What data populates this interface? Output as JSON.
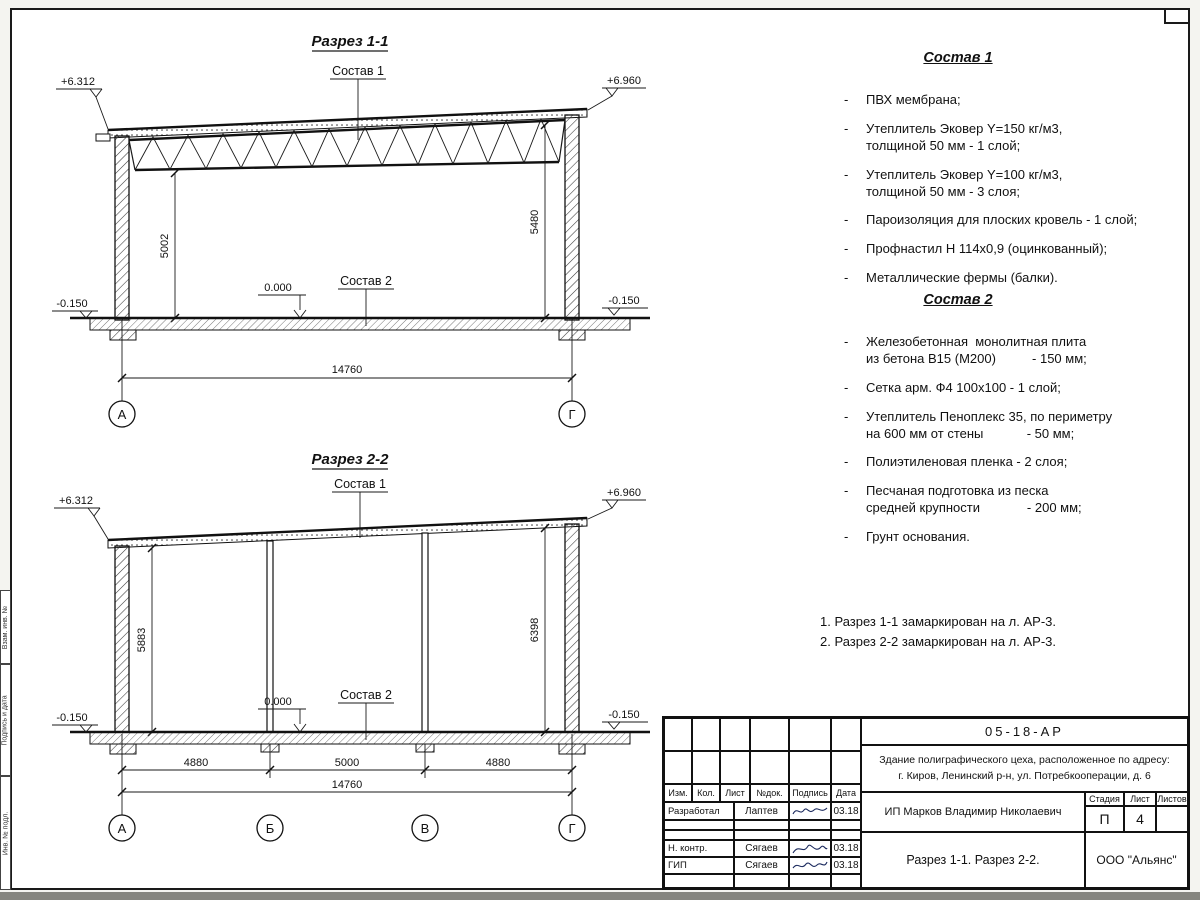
{
  "ui": {
    "bullet": "-"
  },
  "margin_labels": [
    "Взам. инв. №",
    "Подпись и дата",
    "Инв. № подл."
  ],
  "section1": {
    "title": "Разрез 1-1",
    "composition1_label": "Состав 1",
    "composition2_label": "Состав 2",
    "elevation_top_left": "+6.312",
    "elevation_top_right": "+6.960",
    "elevation_floor_left": "-0.150",
    "elevation_floor_right": "-0.150",
    "level_zero": "0.000",
    "height_left": "5002",
    "height_right": "5480",
    "total_width": "14760",
    "axis_left": "А",
    "axis_right": "Г"
  },
  "section2": {
    "title": "Разрез 2-2",
    "composition1_label": "Состав 1",
    "composition2_label": "Состав 2",
    "elevation_top_left": "+6.312",
    "elevation_top_right": "+6.960",
    "elevation_floor_left": "-0.150",
    "elevation_floor_right": "-0.150",
    "level_zero": "0.000",
    "height_left": "5883",
    "height_right": "6398",
    "span_1": "4880",
    "span_2": "5000",
    "span_3": "4880",
    "total_width": "14760",
    "axis_1": "А",
    "axis_2": "Б",
    "axis_3": "В",
    "axis_4": "Г"
  },
  "composition1": {
    "title": "Состав 1",
    "items": [
      "ПВХ мембрана;",
      "Утеплитель Эковер Y=150 кг/м3,\nтолщиной 50 мм - 1 слой;",
      "Утеплитель Эковер Y=100 кг/м3,\nтолщиной 50 мм - 3 слоя;",
      "Пароизоляция для плоских кровель - 1 слой;",
      "Профнастил Н 114х0,9 (оцинкованный);",
      "Металлические фермы (балки)."
    ]
  },
  "composition2": {
    "title": "Состав 2",
    "items": [
      "Железобетонная  монолитная плита\nиз бетона В15 (М200)          - 150 мм;",
      "Сетка арм. Ф4 100х100 - 1 слой;",
      "Утеплитель Пеноплекс 35, по периметру\nна 600 мм от стены            - 50 мм;",
      "Полиэтиленовая пленка - 2 слоя;",
      "Песчаная подготовка из песка\nсредней крупности             - 200 мм;",
      "Грунт основания."
    ]
  },
  "notes": [
    "1. Разрез 1-1 замаркирован на л. АР-3.",
    "2. Разрез 2-2 замаркирован на л. АР-3."
  ],
  "titleblock": {
    "doc_number": "05-18-АР",
    "project_description": "Здание полиграфического цеха, расположенное по адресу:\nг. Киров,  Ленинский р-н, ул. Потребкооперации, д. 6",
    "table_headers": [
      "Изм.",
      "Кол.",
      "Лист",
      "№док.",
      "Подпись",
      "Дата"
    ],
    "signature_rows": [
      {
        "role": "Разработал",
        "name": "Лаптев",
        "date": "03.18"
      },
      {
        "role": "Н. контр.",
        "name": "Сягаев",
        "date": "03.18"
      },
      {
        "role": "ГИП",
        "name": "Сягаев",
        "date": "03.18"
      }
    ],
    "client": "ИП Марков Владимир Николаевич",
    "stage_headers": [
      "Стадия",
      "Лист",
      "Листов"
    ],
    "stage_value": "П",
    "sheet_value": "4",
    "sheets_value": "",
    "sheet_title": "Разрез 1-1. Разрез 2-2.",
    "company": "ООО \"Альянс\""
  }
}
